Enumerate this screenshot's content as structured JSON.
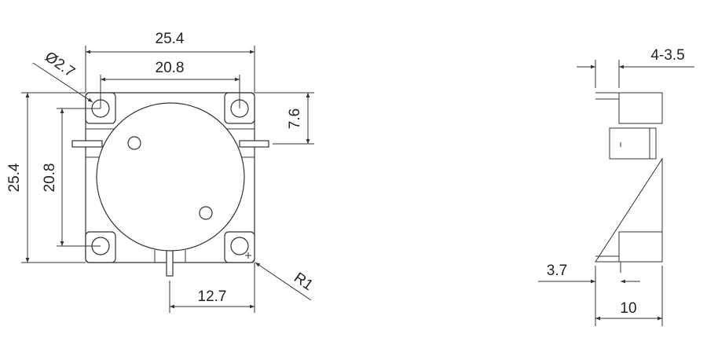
{
  "front_view": {
    "width_overall": "25.4",
    "hole_spacing_x": "20.8",
    "height_overall": "25.4",
    "hole_spacing_y": "20.8",
    "tab_offset": "7.6",
    "pin_offset": "12.7",
    "hole_diameter": "Ø2.7",
    "corner_radius": "R1"
  },
  "side_view": {
    "flange_thickness": "4-3.5",
    "pin_offset": "3.7",
    "total_thickness": "10"
  },
  "line_color": "#333333"
}
